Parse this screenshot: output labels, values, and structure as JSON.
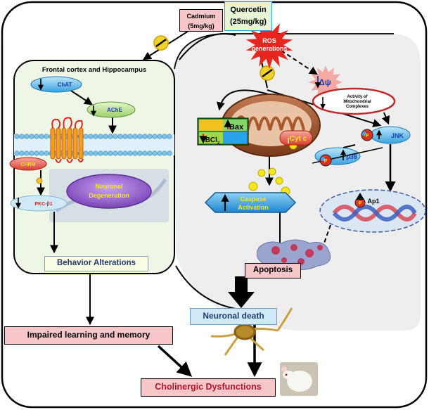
{
  "cadmium": {
    "name": "Cadmium",
    "dose": "(5mg/kg)"
  },
  "quercetin": {
    "name": "Quercetin",
    "dose": "(25mg/kg)"
  },
  "ros": {
    "line1": "ROS",
    "line2": "generations"
  },
  "delta_psi": "Δψ",
  "mito_activity": {
    "line1": "Activity of",
    "line2": "Mitochondrial",
    "line3": "Complexes"
  },
  "left_panel": {
    "title": "Frontal cortex and Hippocampus",
    "chat": "ChAT",
    "ache": "AChE",
    "chrm": "CHRM",
    "pkc": "PKC-β1",
    "degeneration": {
      "line1": "Neuronal",
      "line2": "Degeneration"
    }
  },
  "right_panel": {
    "bax": "Bax",
    "bcl2": "BCl",
    "bcl2_sub": "2",
    "cytc": "Cyt c",
    "jnk": "JNK",
    "p38": "p38",
    "p_label": "P",
    "caspase": {
      "line1": "Caspase",
      "line2": "Activation"
    },
    "ap1": "Ap1"
  },
  "outcomes": {
    "behavior": "Behavior Alterations",
    "apoptosis": "Apoptosis",
    "neuronal_death": "Neuronal death",
    "impaired": "Impaired learning and memory",
    "cholinergic": "Cholinergic Dysfunctions"
  },
  "colors": {
    "outline": "#000000",
    "left_panel_fill": "#eef7e6",
    "right_panel_fill": "#efefef",
    "pink_box": "#f6c6c8",
    "blue_box": "#cfe9f7",
    "ros_star": "#e8261f",
    "inhibit": "#f2d32a",
    "membrane": "#7fc3e8",
    "mito": "#a0522d",
    "caspase": "#38a6e6",
    "degeneration": "#8c58c8"
  }
}
